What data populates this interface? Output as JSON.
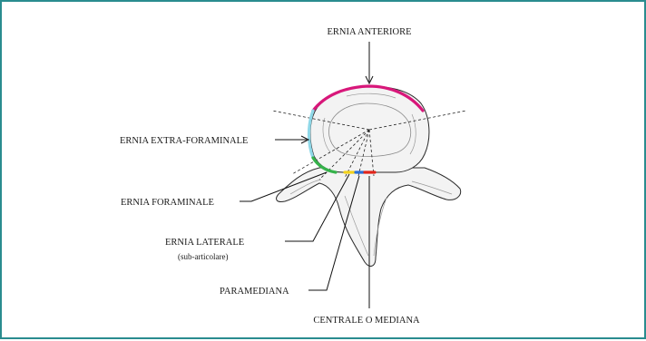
{
  "labels": {
    "anterior": "ERNIA ANTERIORE",
    "extra_foraminal": "ERNIA EXTRA-FORAMINALE",
    "foraminal": "ERNIA FORAMINALE",
    "lateral": "ERNIA LATERALE",
    "lateral_note": "(sub-articolare)",
    "paramedian": "PARAMEDIANA",
    "central": "CENTRALE O MEDIANA"
  },
  "colors": {
    "frame_border": "#2a8c8f",
    "anterior_zone": "#d8177a",
    "extra_foraminal_zone": "#8fd8e8",
    "foraminal_zone": "#35b24a",
    "lateral_zone": "#f2d21b",
    "paramedian_zone": "#2a6fd6",
    "central_zone": "#e1251b"
  }
}
